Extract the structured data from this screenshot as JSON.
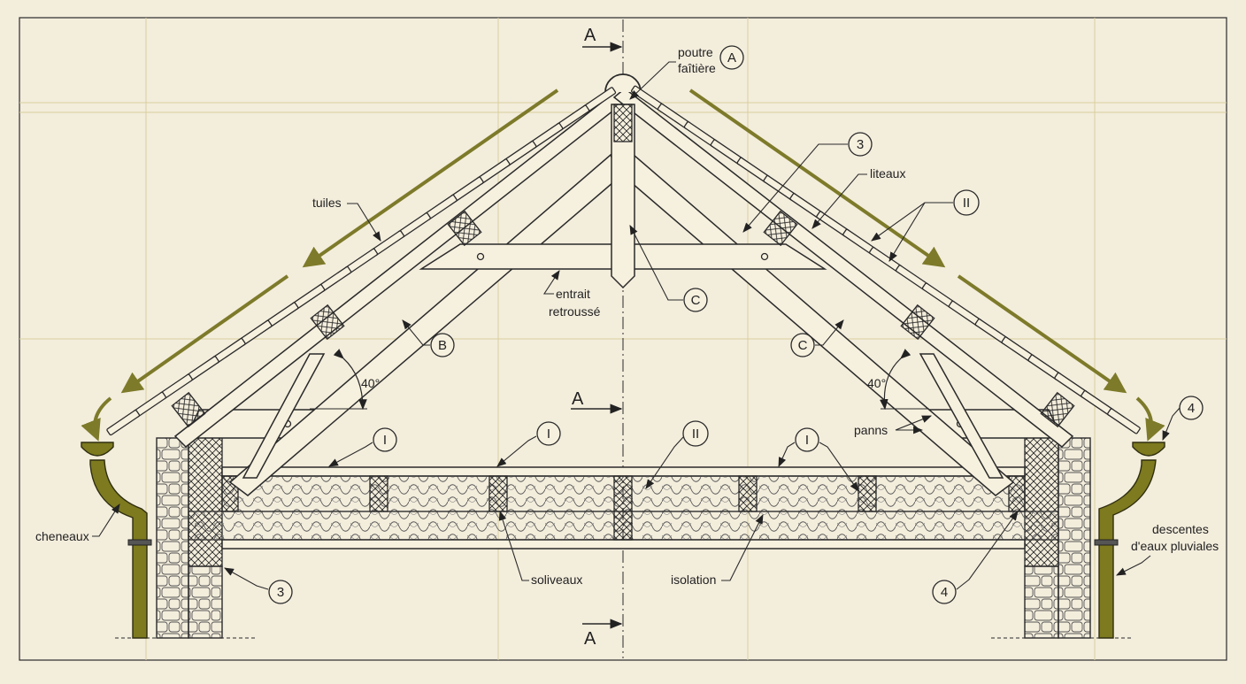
{
  "labels": {
    "poutre_faitiere_1": "poutre",
    "poutre_faitiere_2": "faîtière",
    "tuiles": "tuiles",
    "liteaux": "liteaux",
    "entrait_1": "entrait",
    "entrait_2": "retroussé",
    "panns": "panns",
    "cheneaux": "cheneaux",
    "descentes_1": "descentes",
    "descentes_2": "d'eaux pluviales",
    "soliveaux": "soliveaux",
    "isolation": "isolation",
    "angle_left": "40°",
    "angle_right": "40°"
  },
  "section_marks": {
    "top": "A",
    "middle": "A",
    "bottom": "A"
  },
  "callouts": {
    "A": "A",
    "B": "B",
    "C_center": "C",
    "C_right": "C",
    "three_top": "3",
    "three_bottom": "3",
    "four_top": "4",
    "four_bottom": "4",
    "II_top": "II",
    "II_mid": "II",
    "I_1": "I",
    "I_2": "I",
    "I_3": "I"
  },
  "colors": {
    "paper": "#f3eddc",
    "ink": "#2a2a2a",
    "drain_olive": "#7d7a1f",
    "grid": "#d9cf9e"
  }
}
